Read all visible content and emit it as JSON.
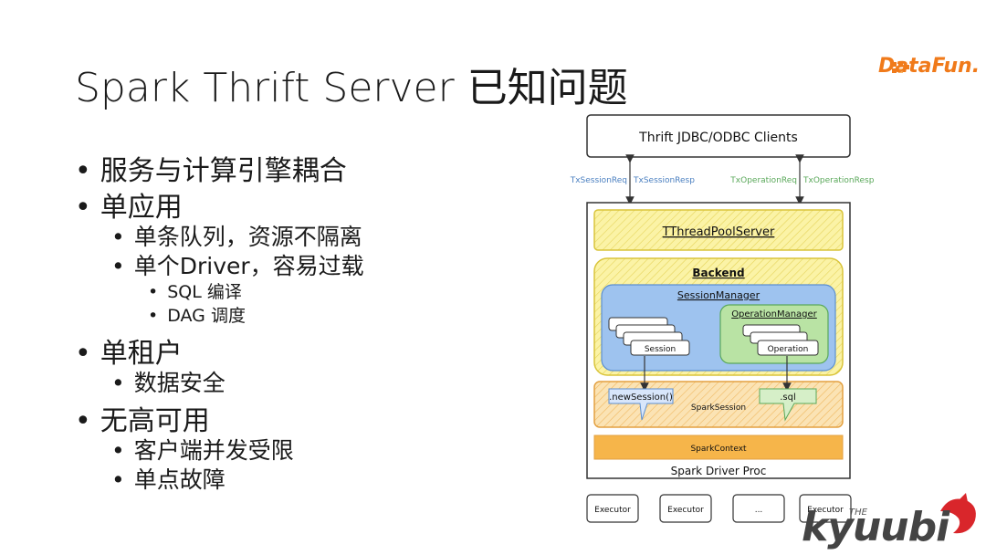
{
  "slide": {
    "title": "Spark Thrift Server 已知问题",
    "logo_text": "DataFun.",
    "brand": "kyuubi",
    "brand_prefix": "THE"
  },
  "bullets": [
    {
      "level": 1,
      "text": "服务与计算引擎耦合"
    },
    {
      "level": 1,
      "text": "单应用"
    },
    {
      "level": 2,
      "text": "单条队列，资源不隔离"
    },
    {
      "level": 2,
      "text": "单个Driver，容易过载"
    },
    {
      "level": 3,
      "text": "SQL 编译"
    },
    {
      "level": 3,
      "text": "DAG 调度"
    },
    {
      "level": 1,
      "text": "单租户"
    },
    {
      "level": 2,
      "text": "数据安全"
    },
    {
      "level": 1,
      "text": "无高可用"
    },
    {
      "level": 2,
      "text": "客户端并发受限"
    },
    {
      "level": 2,
      "text": "单点故障"
    }
  ],
  "diagram": {
    "clients": "Thrift JDBC/ODBC Clients",
    "req1": "TxSessionReq",
    "resp1": "TxSessionResp",
    "req2": "TxOperationReq",
    "resp2": "TxOperationResp",
    "pool": "TThreadPoolServer",
    "backend": "Backend",
    "session_manager": "SessionManager",
    "operation_manager": "OperationManager",
    "session": "Session",
    "operation": "Operation",
    "new_session": ".newSession()",
    "sql": ".sql",
    "spark_session": "SparkSession",
    "spark_context": "SparkContext",
    "driver": "Spark Driver Proc",
    "executors": [
      "Executor",
      "Executor",
      "...",
      "Executor"
    ]
  },
  "colors": {
    "accent": "#f07a1a",
    "yellow_fill": "#fbf3a6",
    "yellow_stroke": "#d9c43a",
    "blue_fill": "#9ec3ef",
    "green_fill": "#b9e3a4",
    "orange_fill": "#f6a94a"
  }
}
